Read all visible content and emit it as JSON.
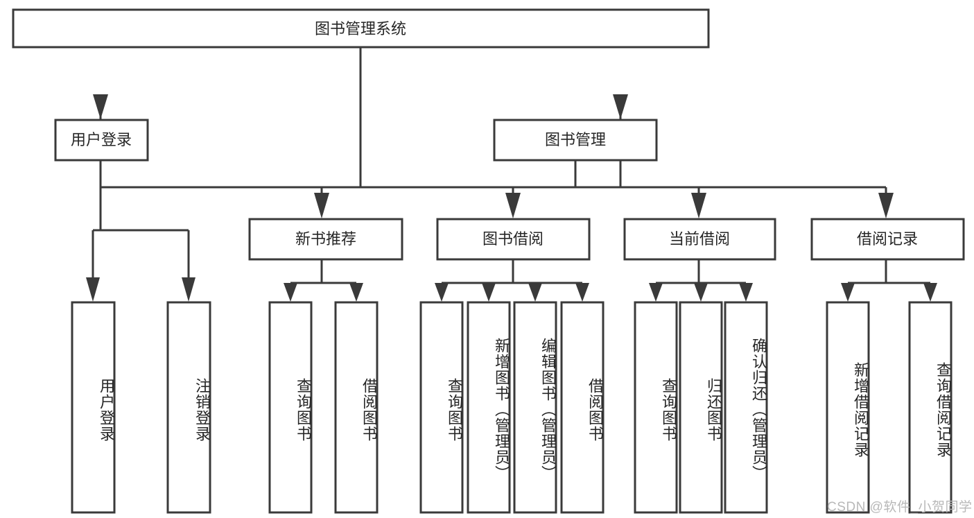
{
  "diagram": {
    "type": "tree",
    "title": "图书管理系统",
    "orientation": "top-down",
    "colors": {
      "box_stroke": "#3a3a3a",
      "box_fill": "#ffffff",
      "text": "#262626",
      "connector": "#3a3a3a",
      "watermark": "#b8b8b8",
      "background": "#ffffff"
    },
    "root": {
      "label": "图书管理系统"
    },
    "level2": [
      {
        "label": "用户登录"
      },
      {
        "label": "图书管理"
      }
    ],
    "level3": [
      {
        "label": "新书推荐"
      },
      {
        "label": "图书借阅"
      },
      {
        "label": "当前借阅"
      },
      {
        "label": "借阅记录"
      }
    ],
    "leaves": {
      "user_login": [
        {
          "label": "用户登录"
        },
        {
          "label": "注销登录"
        }
      ],
      "new_book_recommend": [
        {
          "label": "查询图书"
        },
        {
          "label": "借阅图书"
        }
      ],
      "book_borrow": [
        {
          "label": "查询图书"
        },
        {
          "label": "新增图书（管理员）"
        },
        {
          "label": "编辑图书（管理员）"
        },
        {
          "label": "借阅图书"
        }
      ],
      "current_borrow": [
        {
          "label": "查询图书"
        },
        {
          "label": "归还图书"
        },
        {
          "label": "确认归还（管理员）"
        }
      ],
      "borrow_record": [
        {
          "label": "新增借阅记录"
        },
        {
          "label": "查询借阅记录"
        }
      ]
    }
  },
  "watermark": {
    "text": "CSDN @软件_小贺同学"
  }
}
